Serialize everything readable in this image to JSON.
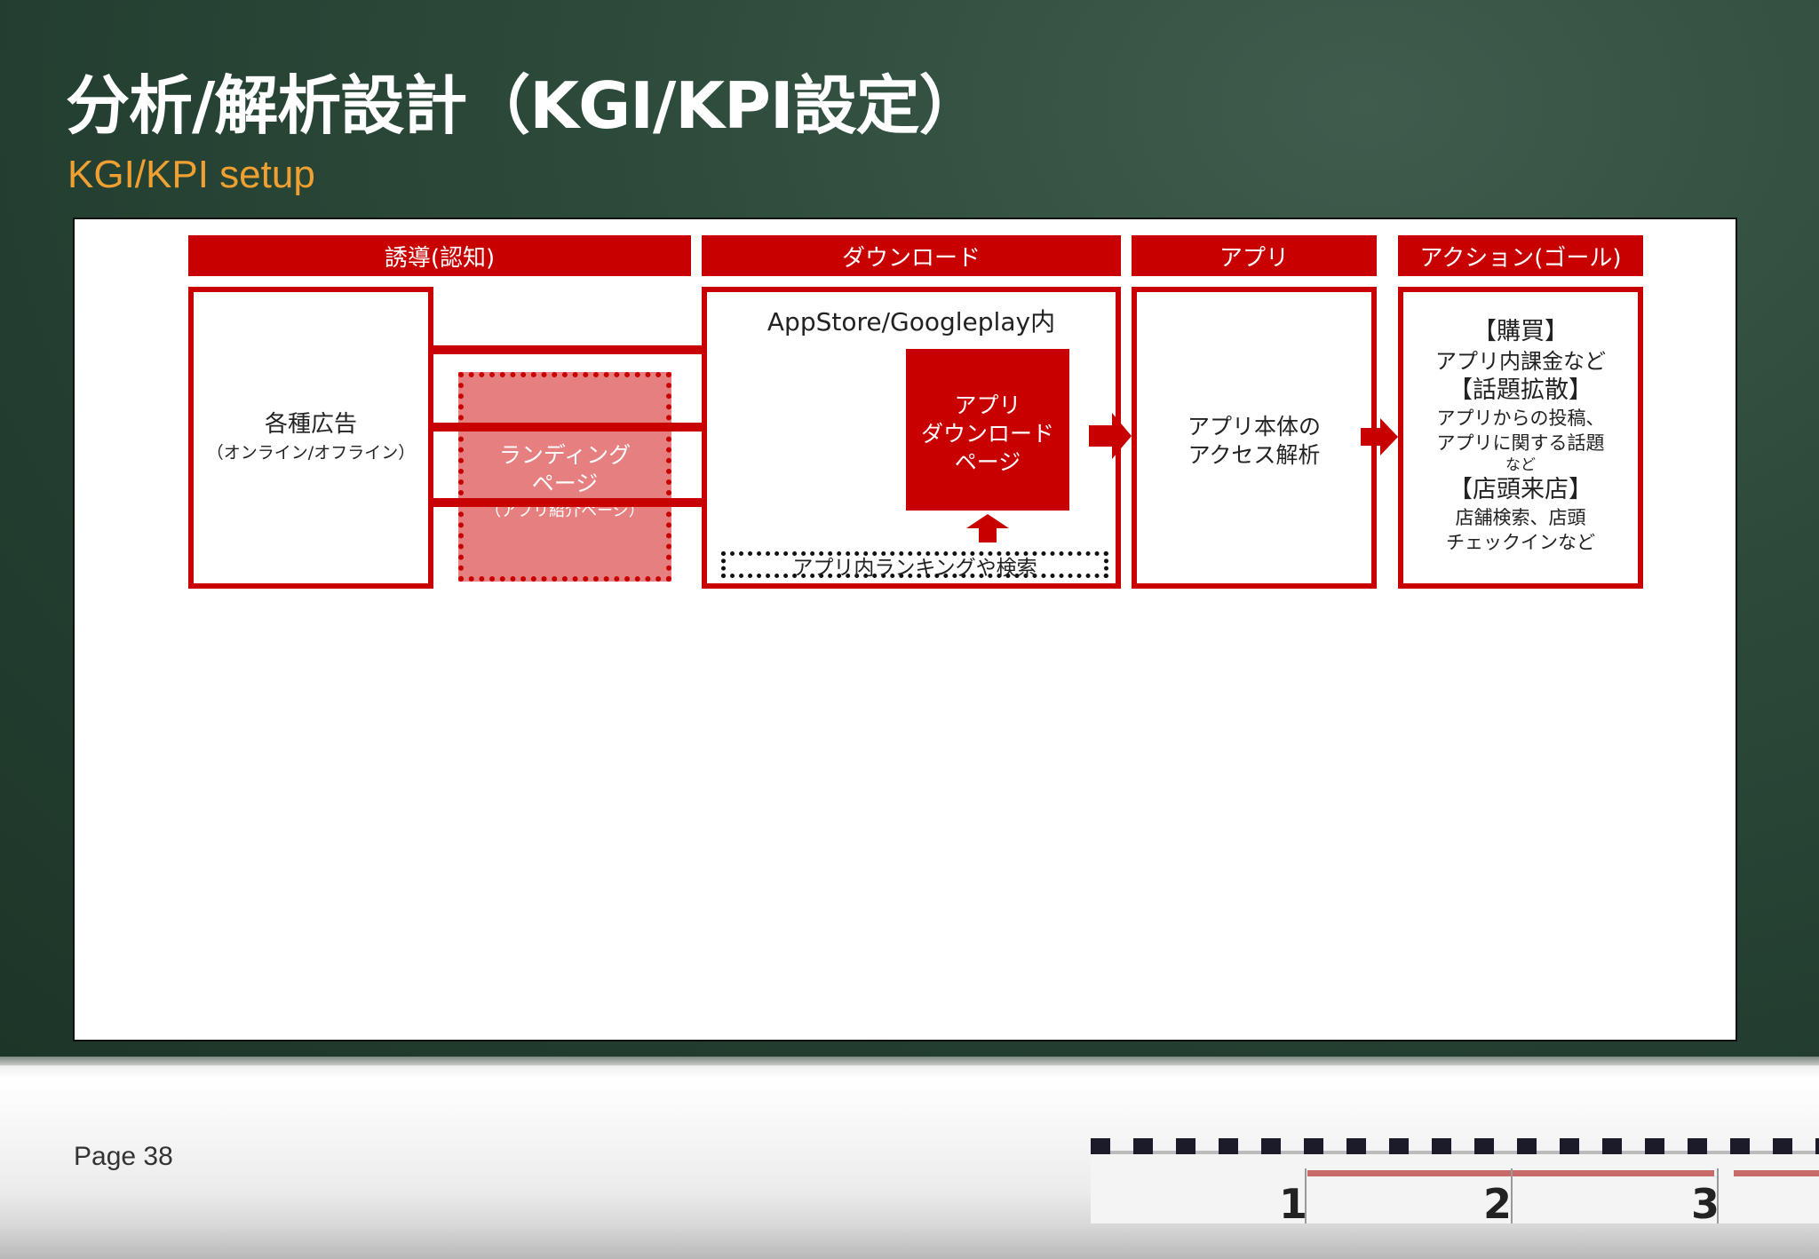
{
  "slide": {
    "title": "分析/解析設計（KGI/KPI設定）",
    "subtitle": "KGI/KPI setup",
    "page_label": "Page 38"
  },
  "diagram": {
    "headers": [
      "誘導(認知)",
      "ダウンロード",
      "アプリ",
      "アクション(ゴール)"
    ],
    "ads": {
      "main": "各種広告",
      "sub": "（オンライン/オフライン）"
    },
    "landing": {
      "line1": "ランディング",
      "line2": "ページ",
      "sub": "（アプリ紹介ページ）"
    },
    "store": {
      "label": "AppStore/Googleplay内"
    },
    "download_page": {
      "line1": "アプリ",
      "line2": "ダウンロード",
      "line3": "ページ"
    },
    "ranking": {
      "label": "アプリ内ランキングや検索"
    },
    "app": {
      "line1": "アプリ本体の",
      "line2": "アクセス解析"
    },
    "actions": [
      {
        "kind": "head",
        "text": "【購買】"
      },
      {
        "kind": "body",
        "text": "アプリ内課金など"
      },
      {
        "kind": "head",
        "text": "【話題拡散】"
      },
      {
        "kind": "body",
        "text": "アプリからの投稿、"
      },
      {
        "kind": "body",
        "text": "アプリに関する話題"
      },
      {
        "kind": "small",
        "text": "など"
      },
      {
        "kind": "head",
        "text": "【店頭来店】"
      },
      {
        "kind": "body",
        "text": "店舗検索、店頭"
      },
      {
        "kind": "body",
        "text": "チェックインなど"
      }
    ]
  },
  "ruler": {
    "marks": [
      "1",
      "2",
      "3"
    ]
  },
  "colors": {
    "accent": "#c90000",
    "board": "#2c4a3a",
    "subtitle": "#f0a030"
  }
}
